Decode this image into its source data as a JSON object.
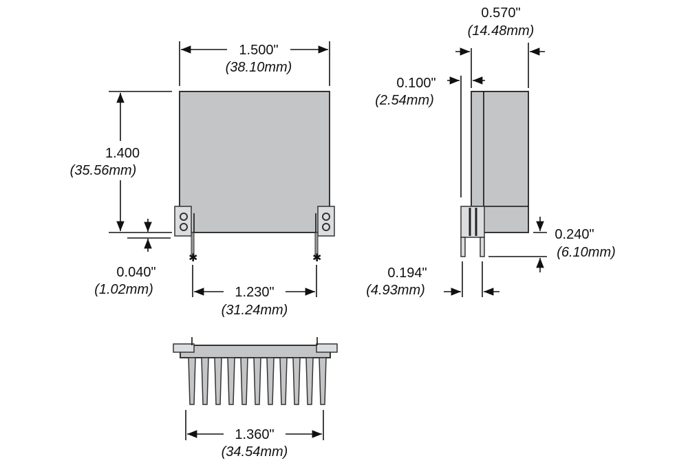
{
  "dimensions": {
    "width": {
      "in": "1.500\"",
      "mm": "(38.10mm)"
    },
    "height": {
      "in": "1.400",
      "mm": "(35.56mm)"
    },
    "standoff": {
      "in": "0.040\"",
      "mm": "(1.02mm)"
    },
    "pin_spacing": {
      "in": "1.230\"",
      "mm": "(31.24mm)"
    },
    "heatsink_width": {
      "in": "1.360\"",
      "mm": "(34.54mm)"
    },
    "depth": {
      "in": "0.570\"",
      "mm": "(14.48mm)"
    },
    "plate": {
      "in": "0.100\"",
      "mm": "(2.54mm)"
    },
    "pin_length": {
      "in": "0.240\"",
      "mm": "(6.10mm)"
    },
    "pin_pitch": {
      "in": "0.194\"",
      "mm": "(4.93mm)"
    }
  },
  "colors": {
    "body": "#c4c5c7",
    "line": "#111111"
  }
}
